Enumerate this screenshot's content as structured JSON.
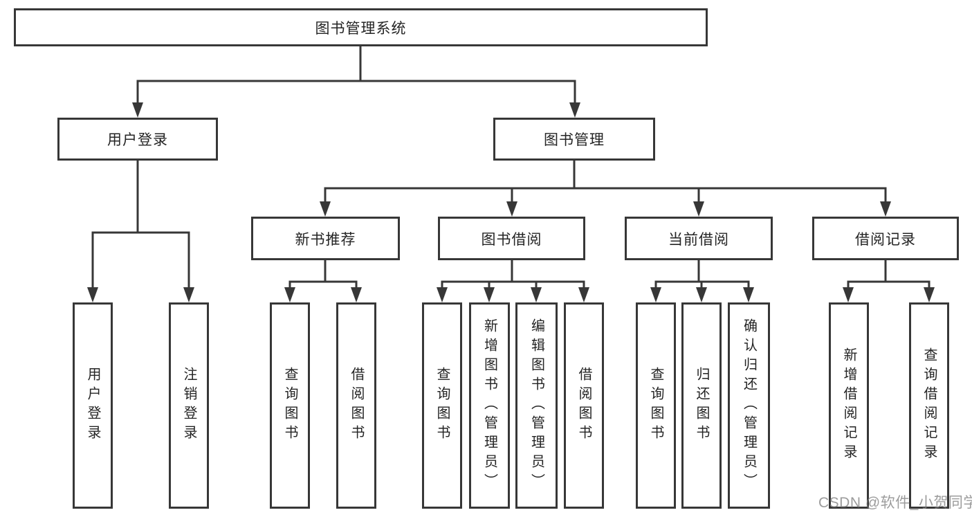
{
  "diagram": {
    "tree": {
      "root": {
        "label": "图书管理系统",
        "children": [
          {
            "label": "用户登录",
            "children": [
              {
                "label": "用户登录"
              },
              {
                "label": "注销登录"
              }
            ]
          },
          {
            "label": "图书管理",
            "children": [
              {
                "label": "新书推荐",
                "children": [
                  {
                    "label": "查询图书"
                  },
                  {
                    "label": "借阅图书"
                  }
                ]
              },
              {
                "label": "图书借阅",
                "children": [
                  {
                    "label": "查询图书"
                  },
                  {
                    "label": "新增图书（管理员）"
                  },
                  {
                    "label": "编辑图书（管理员）"
                  },
                  {
                    "label": "借阅图书"
                  }
                ]
              },
              {
                "label": "当前借阅",
                "children": [
                  {
                    "label": "查询图书"
                  },
                  {
                    "label": "归还图书"
                  },
                  {
                    "label": "确认归还（管理员）"
                  }
                ]
              },
              {
                "label": "借阅记录",
                "children": [
                  {
                    "label": "新增借阅记录"
                  },
                  {
                    "label": "查询借阅记录"
                  }
                ]
              }
            ]
          }
        ]
      }
    },
    "colors": {
      "line": "#373737",
      "text": "#242424",
      "background": "#ffffff"
    }
  },
  "watermark": {
    "text": "CSDN @软件_小贺同学"
  }
}
